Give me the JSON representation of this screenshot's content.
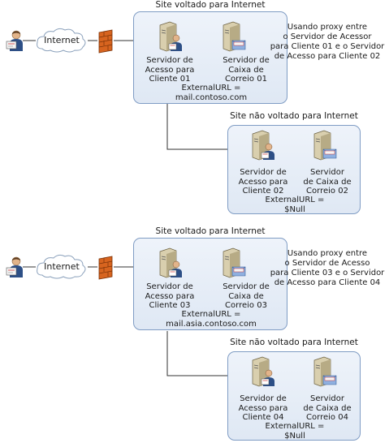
{
  "diagrams": [
    {
      "internet_site": {
        "title": "Site voltado para Internet",
        "cas_label": "Servidor de\nAcesso para\nCliente 01",
        "mbx_label": "Servidor de\nCaixa de\nCorreio 01",
        "external_url": "ExternalURL =\nmail.contoso.com"
      },
      "internet_label": "Internet",
      "note": "Usando proxy entre\no Servidor de Acessor\npara Cliente 01 e o Servidor\nde Acesso para Cliente 02",
      "noninternet_site": {
        "title": "Site não voltado para Internet",
        "cas_label": "Servidor de\nAcesso para\nCliente 02",
        "mbx_label": "Servidor\nde Caixa de\nCorreio 02",
        "external_url": "ExternalURL =\n$Null"
      }
    },
    {
      "internet_site": {
        "title": "Site voltado para Internet",
        "cas_label": "Servidor de\nAcesso para\nCliente 03",
        "mbx_label": "Servidor de\nCaixa de\nCorreio 03",
        "external_url": "ExternalURL =\nmail.asia.contoso.com"
      },
      "internet_label": "Internet",
      "note": "Usando proxy entre\no Servidor de Acesso\npara Cliente 03 e o Servidor\nde Acesso para Cliente 04",
      "noninternet_site": {
        "title": "Site não voltado para Internet",
        "cas_label": "Servidor de\nAcesso para\nCliente 04",
        "mbx_label": "Servidor\nde Caixa de\nCorreio 04",
        "external_url": "ExternalURL =\n$Null"
      }
    }
  ]
}
